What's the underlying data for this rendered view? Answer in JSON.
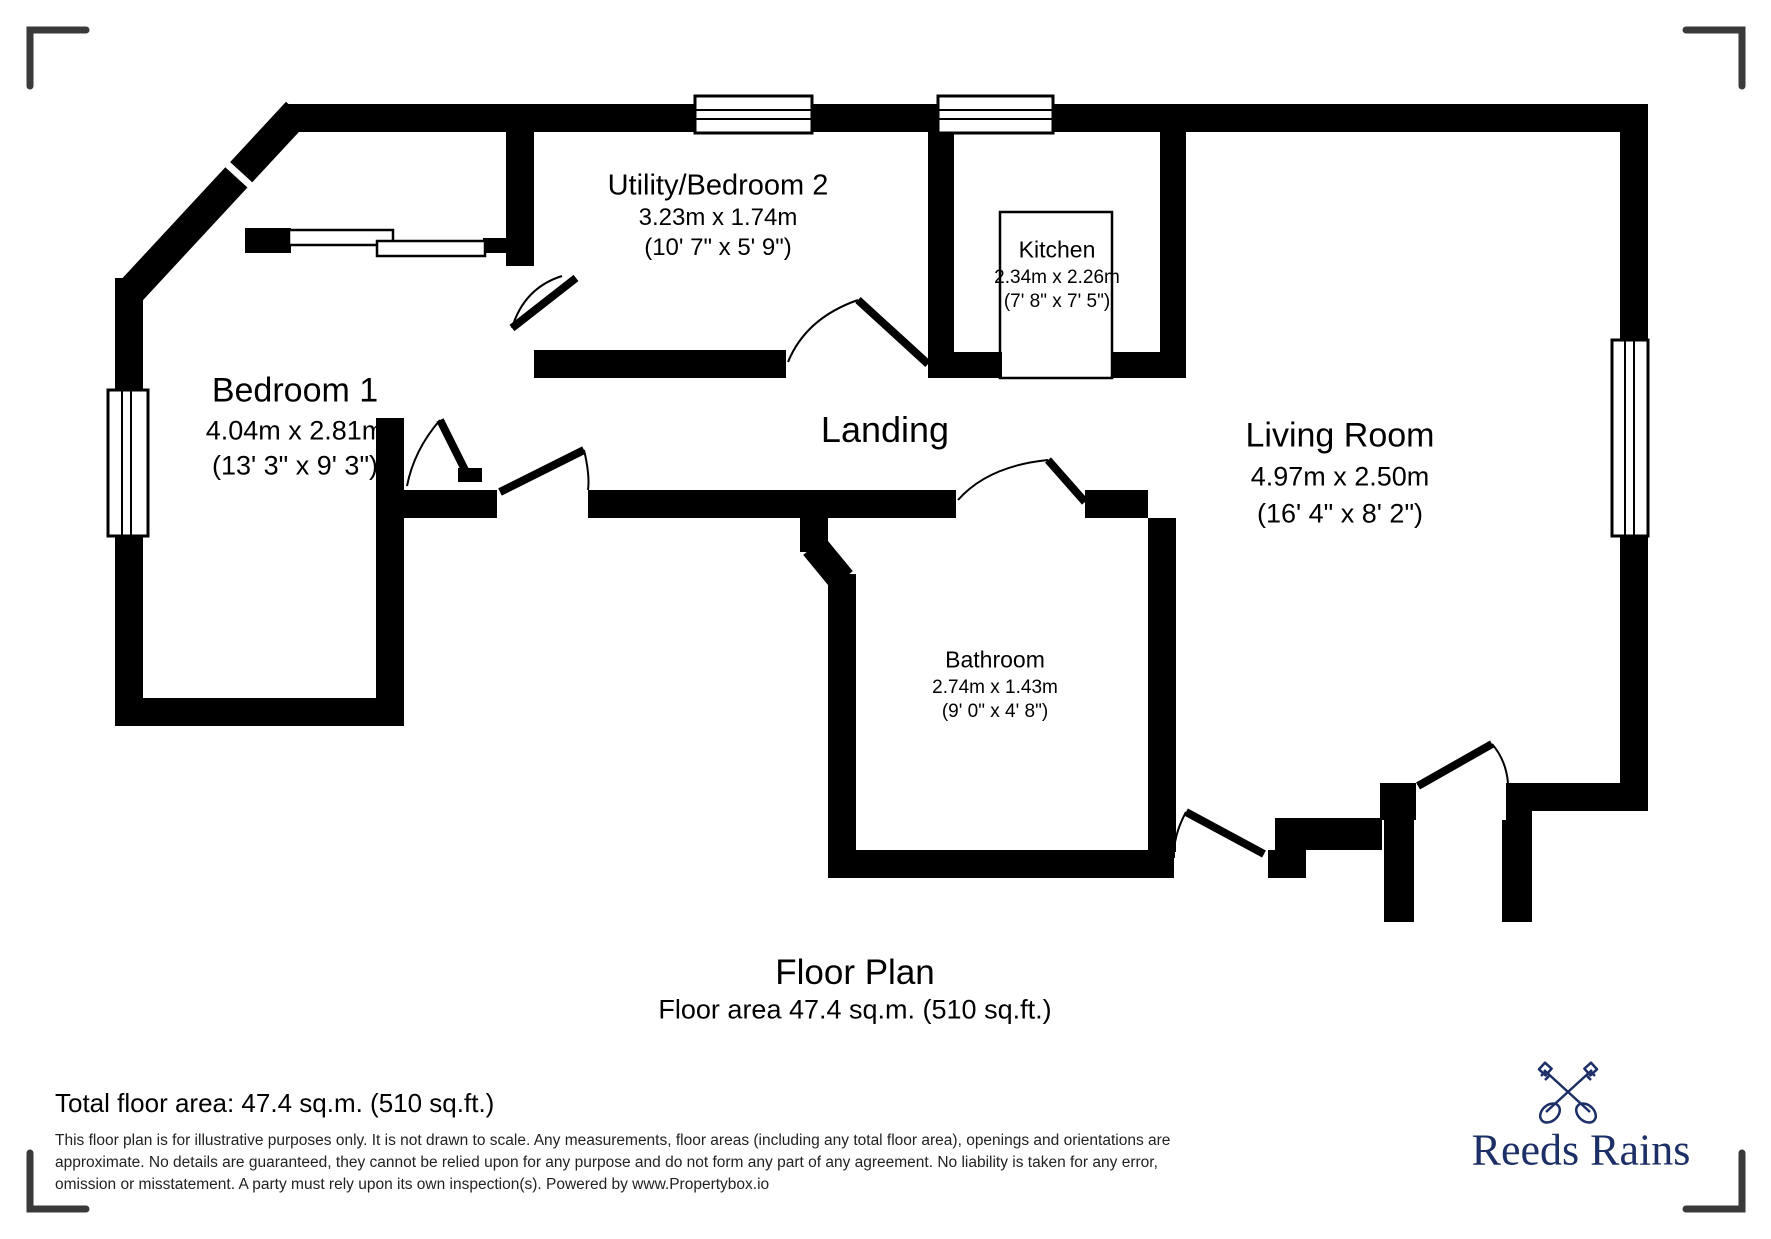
{
  "plan": {
    "rooms": {
      "bedroom1": {
        "name": "Bedroom 1",
        "metric": "4.04m x 2.81m",
        "imperial": "(13' 3\" x 9' 3\")"
      },
      "utility": {
        "name": "Utility/Bedroom 2",
        "metric": "3.23m x 1.74m",
        "imperial": "(10' 7\" x 5' 9\")"
      },
      "kitchen": {
        "name": "Kitchen",
        "metric": "2.34m x 2.26m",
        "imperial": "(7' 8\" x 7' 5\")"
      },
      "landing": {
        "name": "Landing"
      },
      "living": {
        "name": "Living Room",
        "metric": "4.97m x 2.50m",
        "imperial": "(16' 4\" x 8' 2\")"
      },
      "bathroom": {
        "name": "Bathroom",
        "metric": "2.74m x 1.43m",
        "imperial": "(9' 0\" x 4' 8\")"
      }
    },
    "title": "Floor Plan",
    "area_line": "Floor area 47.4 sq.m. (510 sq.ft.)"
  },
  "summary": {
    "total": "Total floor area: 47.4 sq.m. (510 sq.ft.)",
    "disclaimer": "This floor plan is for illustrative purposes only. It is not drawn to scale. Any measurements, floor areas (including any total floor area), openings and orientations are approximate. No details are guaranteed, they cannot be relied upon for any purpose and do not form any part of any agreement. No liability is taken for any error, omission or misstatement. A party must rely upon its own inspection(s). Powered by www.Propertybox.io"
  },
  "brand": {
    "name": "Reeds Rains",
    "color": "#1c2f66"
  },
  "colors": {
    "wall": "#000000",
    "bracket": "#3a3a3a",
    "background": "#ffffff"
  }
}
